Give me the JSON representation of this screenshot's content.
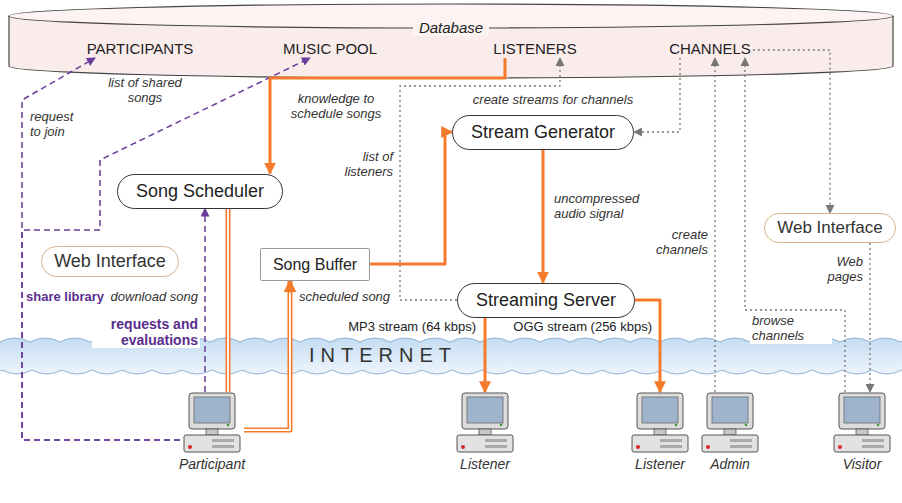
{
  "diagram": {
    "nodes": [
      {
        "text": [
          "Database"
        ]
      },
      {
        "text": [
          "PARTICIPANTS"
        ],
        "in": 0
      },
      {
        "text": [
          "MUSIC POOL"
        ],
        "in": 0
      },
      {
        "text": [
          "LISTENERS"
        ],
        "in": 0
      },
      {
        "text": [
          "CHANNELS"
        ],
        "in": 0
      },
      {
        "text": [
          "Song Scheduler"
        ]
      },
      {
        "text": [
          "Web Interface"
        ]
      },
      {
        "text": [
          "Song Buffer"
        ]
      },
      {
        "text": [
          "Stream Generator"
        ]
      },
      {
        "text": [
          "Streaming Server"
        ]
      },
      {
        "text": [
          "Web Interface"
        ]
      },
      {
        "text": [
          "INTERNET"
        ]
      },
      {
        "text": [
          "Participant"
        ]
      },
      {
        "text": [
          "Listener"
        ]
      },
      {
        "text": [
          "Listener"
        ]
      },
      {
        "text": [
          "Admin"
        ]
      },
      {
        "text": [
          "Visitor"
        ]
      }
    ],
    "edges": [
      {
        "from": 12,
        "to": 1,
        "label": "request to join",
        "arrow": "to"
      },
      {
        "from": 12,
        "to": 2,
        "label": "list of shared songs",
        "arrow": "to"
      },
      {
        "from": 12,
        "to": 5,
        "label": "requests and evaluations",
        "arrow": "to"
      },
      {
        "from": 3,
        "to": 5,
        "label": "knowledge to schedule songs",
        "arrow": "to"
      },
      {
        "from": 5,
        "to": 12,
        "label": "download song",
        "arrow": "none"
      },
      {
        "from": 12,
        "to": 7,
        "label": "scheduled song",
        "arrow": "to"
      },
      {
        "from": 7,
        "to": 8,
        "arrow": "to"
      },
      {
        "from": 9,
        "to": 3,
        "label": "list of listeners",
        "arrow": "to"
      },
      {
        "from": 4,
        "to": 8,
        "label": "create streams for channels",
        "arrow": "to"
      },
      {
        "from": 8,
        "to": 9,
        "label": "uncompressed audio signal",
        "arrow": "to"
      },
      {
        "from": 9,
        "to": 13,
        "label": "MP3 stream (64 kbps)",
        "arrow": "to"
      },
      {
        "from": 9,
        "to": 14,
        "label": "OGG stream (256 kbps)",
        "arrow": "to"
      },
      {
        "from": 15,
        "to": 4,
        "label": "create channels",
        "arrow": "to"
      },
      {
        "from": 16,
        "to": 4,
        "label": "browse channels",
        "arrow": "to"
      },
      {
        "from": 4,
        "to": 10,
        "arrow": "to"
      },
      {
        "from": 10,
        "to": 16,
        "label": "Web pages",
        "arrow": "to"
      }
    ],
    "labels": [
      "share library"
    ]
  }
}
